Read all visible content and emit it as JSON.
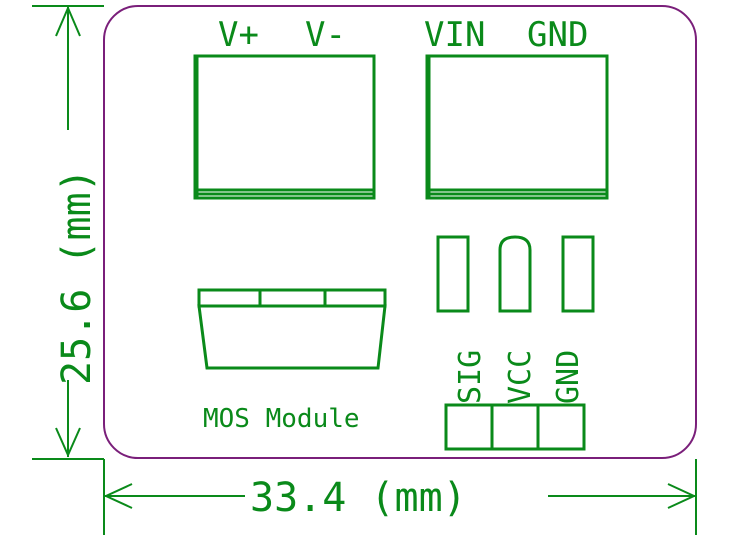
{
  "labels": {
    "vplus": "V+",
    "vminus": "V-",
    "vin": "VIN",
    "gnd_top": "GND",
    "sig": "SIG",
    "vcc": "VCC",
    "gnd_pin": "GND",
    "module": "MOS Module",
    "width_dim": "33.4 (mm)",
    "height_dim": "25.6 (mm)"
  },
  "colors": {
    "silkscreen": "#0a8a1a",
    "outline": "#7a1f7a",
    "background": "#ffffff"
  }
}
